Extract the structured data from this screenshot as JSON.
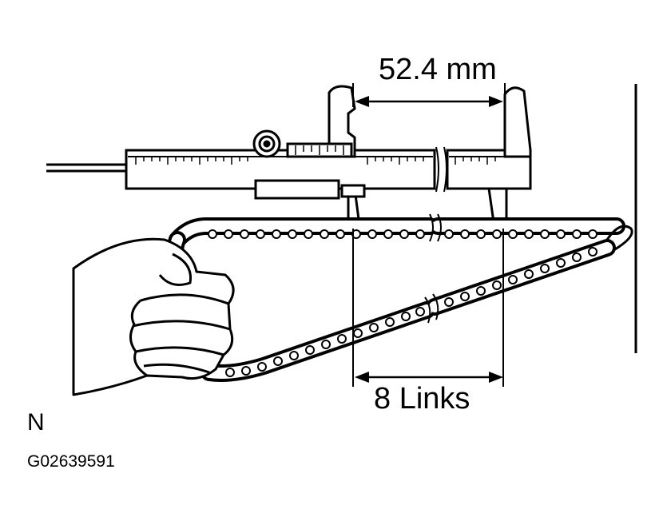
{
  "labels": {
    "measurement": "52.4 mm",
    "links": "8 Links",
    "view": "N",
    "figure_id": "G02639591"
  },
  "colors": {
    "ink": "#000000",
    "paper": "#ffffff"
  },
  "icons": [
    "vernier-caliper-icon",
    "timing-chain-icon",
    "hand-icon"
  ]
}
